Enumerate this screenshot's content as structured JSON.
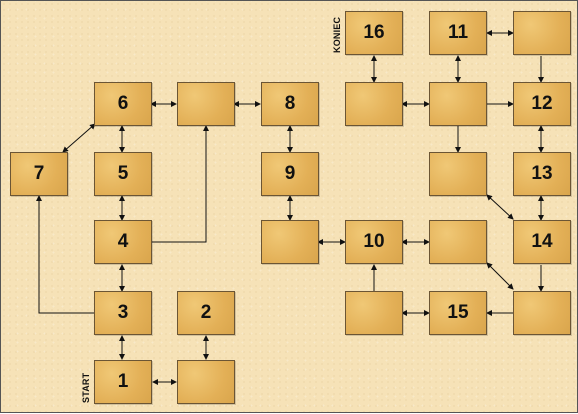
{
  "nodes": [
    {
      "id": "start",
      "label": "1"
    },
    {
      "id": "start_side",
      "label": ""
    },
    {
      "id": "n2",
      "label": "2"
    },
    {
      "id": "n3",
      "label": "3"
    },
    {
      "id": "n4",
      "label": "4"
    },
    {
      "id": "n5",
      "label": "5"
    },
    {
      "id": "n6",
      "label": "6"
    },
    {
      "id": "n7",
      "label": "7"
    },
    {
      "id": "top_mid",
      "label": ""
    },
    {
      "id": "n8",
      "label": "8"
    },
    {
      "id": "n9",
      "label": "9"
    },
    {
      "id": "below9",
      "label": ""
    },
    {
      "id": "n10",
      "label": "10"
    },
    {
      "id": "below10",
      "label": ""
    },
    {
      "id": "n15",
      "label": "15"
    },
    {
      "id": "mid_right",
      "label": ""
    },
    {
      "id": "above_mid_right",
      "label": ""
    },
    {
      "id": "center_top",
      "label": ""
    },
    {
      "id": "left_top",
      "label": ""
    },
    {
      "id": "n16",
      "label": "16"
    },
    {
      "id": "n11",
      "label": "11"
    },
    {
      "id": "top_right",
      "label": ""
    },
    {
      "id": "n12",
      "label": "12"
    },
    {
      "id": "n13",
      "label": "13"
    },
    {
      "id": "n14",
      "label": "14"
    },
    {
      "id": "bottom_right",
      "label": ""
    }
  ],
  "labels": {
    "start": "START",
    "end": "KONIEC"
  },
  "colors": {
    "background": "#f6e2b7",
    "box": "#e8b75a",
    "line": "#111111"
  }
}
